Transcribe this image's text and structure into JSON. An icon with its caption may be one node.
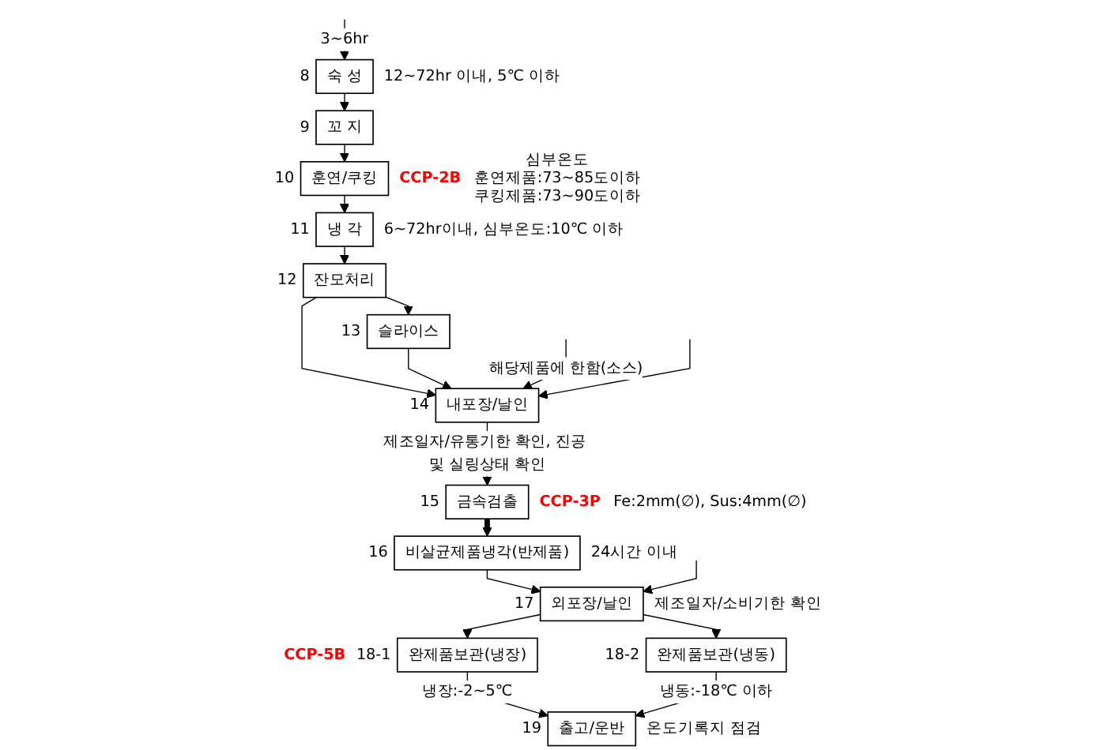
{
  "diagram": {
    "nodes": [
      {
        "text": [
          "숙 성"
        ],
        "beside": [
          "8",
          "12~72hr 이내, 5℃ 이하"
        ]
      },
      {
        "text": [
          "꼬 지"
        ],
        "beside": [
          "9"
        ]
      },
      {
        "text": [
          "훈연/쿠킹"
        ],
        "beside": [
          "10",
          "CCP-2B",
          "심부온도 훈연제품:73~85도이하 쿠킹제품:73~90도이하"
        ]
      },
      {
        "text": [
          "냉 각"
        ],
        "beside": [
          "11",
          "6~72hr이내, 심부온도:10℃ 이하"
        ]
      },
      {
        "text": [
          "잔모처리"
        ],
        "beside": [
          "12"
        ]
      },
      {
        "text": [
          "슬라이스"
        ],
        "beside": [
          "13"
        ]
      },
      {
        "text": [
          "내포장/날인"
        ],
        "beside": [
          "14"
        ]
      },
      {
        "text": [
          "금속검출"
        ],
        "beside": [
          "15",
          "CCP-3P",
          "Fe:2mm(∅), Sus:4mm(∅)"
        ]
      },
      {
        "text": [
          "비살균제품냉각(반제품)"
        ],
        "beside": [
          "16",
          "24시간 이내"
        ]
      },
      {
        "text": [
          "외포장/날인"
        ],
        "beside": [
          "17",
          "제조일자/소비기한 확인"
        ]
      },
      {
        "text": [
          "완제품보관(냉장)"
        ],
        "beside": [
          "18-1",
          "CCP-5B"
        ]
      },
      {
        "text": [
          "완제품보관(냉동)"
        ],
        "beside": [
          "18-2"
        ]
      },
      {
        "text": [
          "출고/운반"
        ],
        "beside": [
          "19",
          "온도기록지 점검"
        ]
      }
    ],
    "edges": [
      {
        "from": null,
        "to": 0,
        "arrow": "to",
        "label": "3~6hr"
      },
      {
        "from": 0,
        "to": 1,
        "arrow": "to"
      },
      {
        "from": 1,
        "to": 2,
        "arrow": "to"
      },
      {
        "from": 2,
        "to": 3,
        "arrow": "to"
      },
      {
        "from": 3,
        "to": 4,
        "arrow": "to"
      },
      {
        "from": 4,
        "to": 6,
        "arrow": "to"
      },
      {
        "from": 4,
        "to": 5,
        "arrow": "to"
      },
      {
        "from": 5,
        "to": 6,
        "arrow": "to"
      },
      {
        "from": null,
        "to": 6,
        "arrow": "to",
        "label": "해당제품에 한함(소스)"
      },
      {
        "from": null,
        "to": 6,
        "arrow": "to"
      },
      {
        "from": 6,
        "to": 7,
        "arrow": "to",
        "label": "제조일자/유통기한 확인, 진공 및 실링상태 확인"
      },
      {
        "from": 7,
        "to": 8,
        "arrow": "to",
        "style": "thick"
      },
      {
        "from": 8,
        "to": 9,
        "arrow": "to"
      },
      {
        "from": null,
        "to": 9,
        "arrow": "to"
      },
      {
        "from": 9,
        "to": 10,
        "arrow": "to"
      },
      {
        "from": 9,
        "to": 11,
        "arrow": "to"
      },
      {
        "from": 10,
        "to": 12,
        "arrow": "to",
        "label": "냉장:-2~5℃"
      },
      {
        "from": 11,
        "to": 12,
        "arrow": "to",
        "label": "냉동:-18℃ 이하"
      }
    ]
  }
}
